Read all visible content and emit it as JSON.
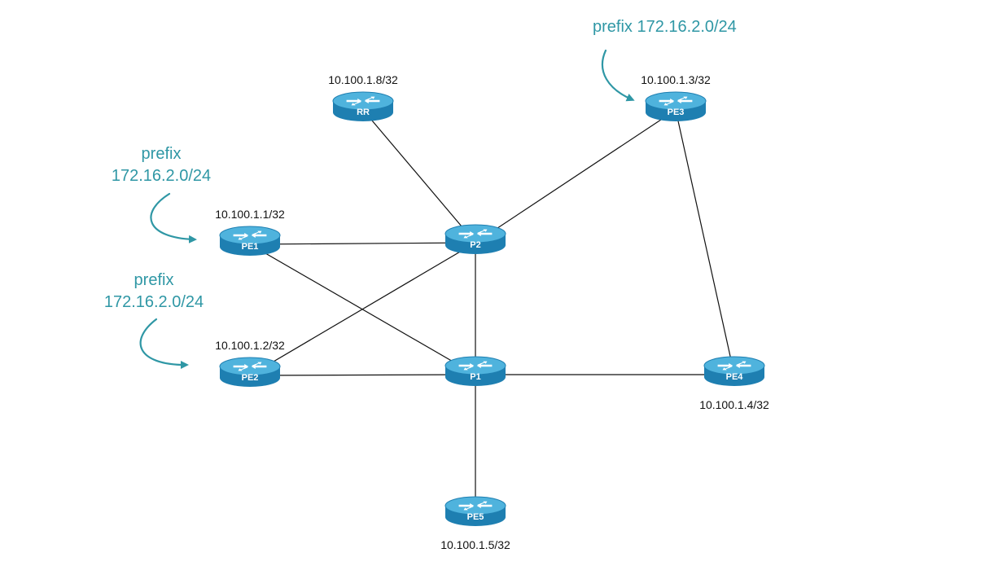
{
  "colors": {
    "router_top": "#4fb3dd",
    "router_side": "#1e7fb1",
    "router_arrows": "#ffffff",
    "link": "#111111",
    "callout": "#2f97a5"
  },
  "routers": [
    {
      "id": "RR",
      "name": "RR",
      "address": "10.100.1.8/32"
    },
    {
      "id": "PE3",
      "name": "PE3",
      "address": "10.100.1.3/32"
    },
    {
      "id": "PE1",
      "name": "PE1",
      "address": "10.100.1.1/32"
    },
    {
      "id": "P2",
      "name": "P2",
      "address": ""
    },
    {
      "id": "PE2",
      "name": "PE2",
      "address": "10.100.1.2/32"
    },
    {
      "id": "P1",
      "name": "P1",
      "address": ""
    },
    {
      "id": "PE4",
      "name": "PE4",
      "address": "10.100.1.4/32"
    },
    {
      "id": "PE5",
      "name": "PE5",
      "address": "10.100.1.5/32"
    }
  ],
  "links": [
    [
      "RR",
      "P2"
    ],
    [
      "PE3",
      "P2"
    ],
    [
      "PE3",
      "PE4"
    ],
    [
      "PE1",
      "P2"
    ],
    [
      "PE1",
      "P1"
    ],
    [
      "PE2",
      "P2"
    ],
    [
      "PE2",
      "P1"
    ],
    [
      "P2",
      "P1"
    ],
    [
      "P1",
      "PE4"
    ],
    [
      "P1",
      "PE5"
    ]
  ],
  "callouts": [
    {
      "target": "PE3",
      "lines": [
        "prefix 172.16.2.0/24"
      ]
    },
    {
      "target": "PE1",
      "lines": [
        "prefix",
        "172.16.2.0/24"
      ]
    },
    {
      "target": "PE2",
      "lines": [
        "prefix",
        "172.16.2.0/24"
      ]
    }
  ]
}
